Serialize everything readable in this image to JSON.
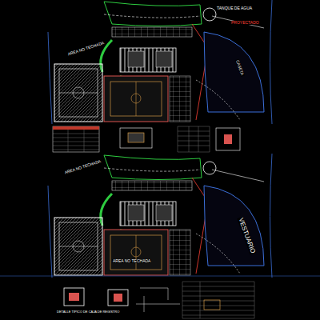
{
  "diagram": {
    "labels": [
      "TANQUE DE AGUA",
      "PROYECTADO",
      "CASETA",
      "AREA NO TECHADA",
      "AREA NO TECHADA",
      "AREA NO TECHADA",
      "VESTUARIO",
      "DETALLE TIPICO DE CAJA DE REGISTRO"
    ]
  }
}
